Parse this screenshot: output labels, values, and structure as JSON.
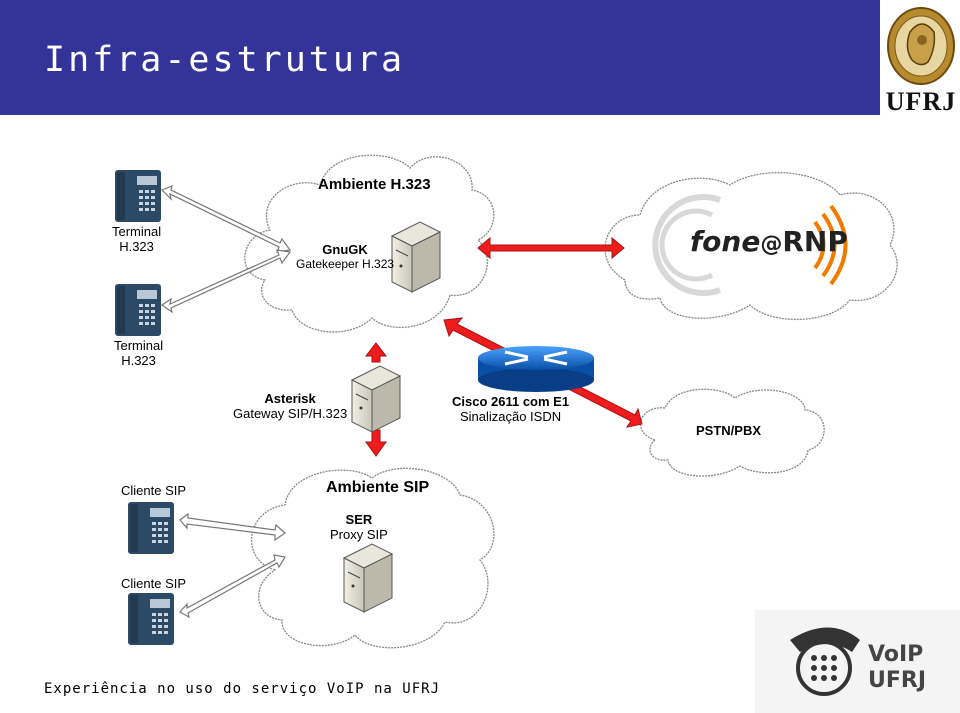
{
  "header": {
    "title": "Infra-estrutura",
    "logo_text": "UFRJ"
  },
  "diagram": {
    "h323_zone_label": "Ambiente H.323",
    "gnugk_title": "GnuGK",
    "gnugk_subtitle": "Gatekeeper H.323",
    "terminal_label_line1": "Terminal",
    "terminal_label_line2": "H.323",
    "asterisk_title": "Asterisk",
    "asterisk_subtitle": "Gateway SIP/H.323",
    "cisco_title": "Cisco 2611 com E1",
    "cisco_subtitle": "Sinalização ISDN",
    "pstn_label": "PSTN/PBX",
    "fone_logo_left": "fone",
    "fone_logo_right": "RNP",
    "sip_zone_label": "Ambiente SIP",
    "ser_title": "SER",
    "ser_subtitle": "Proxy SIP",
    "sip_client_label": "Cliente SIP"
  },
  "footer": {
    "text": "Experiência no uso do serviço VoIP na UFRJ",
    "voip_logo_top": "VoIP",
    "voip_logo_bottom": "UFRJ"
  },
  "colors": {
    "header_bg": "#333399",
    "arrow_red": "#ee1c1c",
    "phone": "#2c4a66",
    "rnp_orange": "#f07b00"
  }
}
